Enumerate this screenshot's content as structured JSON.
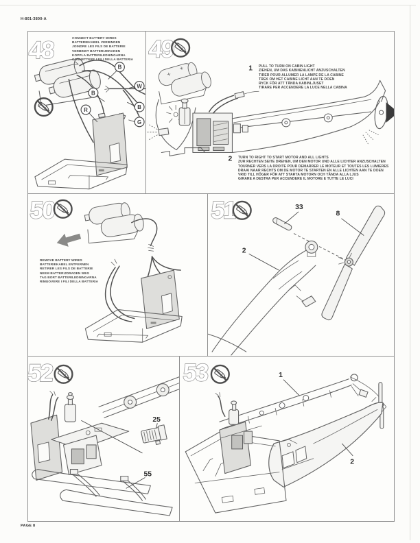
{
  "page": {
    "header_code": "H-801-3800-A",
    "footer_text": "PAGE 8",
    "icon_legend": "crossed-glue-tube-no-cement",
    "colors": {
      "line_art": "#636363",
      "text": "#464646",
      "panel_border": "#8f8f8f",
      "background": "#fcfcfa"
    }
  },
  "steps": {
    "s48": {
      "number": "48",
      "instructions": [
        "CONNECT BATTERY WIRES",
        "BATTERIEKABEL VERBINDEN",
        "JOINDRE LES FILS DE BATTERIE",
        "VERBINDT BATTERIJDRADEN",
        "KOPPLA BATTERILEDNINGARNA",
        "CONNETTERE I FILI DELLA BATTERIA"
      ],
      "wire_labels": {
        "b_top": "B",
        "b_mid": "B",
        "b_right": "B",
        "w": "W",
        "g": "G",
        "r": "R"
      }
    },
    "s49": {
      "number": "49",
      "action1": {
        "marker": "1",
        "lines": [
          "PULL TO TURN ON CABIN LIGHT",
          "ZIEHEN, UM DAS KABINENLICHT ANZUSCHALTEN",
          "TIRER POUR ALLUMER LA LAMPE DE LA CABINE",
          "TREK OM HET CABINE LICHT AAN TE DOEN",
          "RYCK FÖR ATT TÄNDA KABINLJUSET",
          "TIRARE PER ACCENDERE LA LUCE NELLA CABINA"
        ]
      },
      "action2": {
        "marker": "2",
        "lines": [
          "TURN TO RIGHT TO START MOTOR AND ALL LIGHTS",
          "ZUR RECHTEN SEITE DREHEN, UM DEN MOTOR UND ALLE LICHTER ANZUSCHALTEN",
          "TOURNER VERS LA DROITE POUR DEMARRER LE MOTEUR ET TOUTES LES LUMIERES",
          "DRAAI NAAR RECHTS OM DE MOTOR TE STARTEN EN ALLE LICHTEN AAN TE DOEN",
          "VRID TILL HÖGER FÖR ATT STARTA MOTORN OCH TÄNDA ALLA LJUS",
          "GIRARE A DESTRA PER ACCENDERE IL MOTORE E TUTTE LE LUCI"
        ]
      }
    },
    "s50": {
      "number": "50",
      "instructions": [
        "REMOVE BATTERY WIRES",
        "BATTERIEKABEL ENTFERNEN",
        "RETIRER LES FILS DE BATTERIE",
        "NEEM BATTERIJDRADEN WEG",
        "TAG BORT BATTERILEDNINGARNA",
        "RIMUOVERE I FILI DELLA BATTERIA"
      ]
    },
    "s51": {
      "number": "51",
      "part_labels": {
        "pin": "33",
        "rotor": "8",
        "fin": "2"
      }
    },
    "s52": {
      "number": "52",
      "part_labels": {
        "hatch": "25",
        "skid": "55"
      }
    },
    "s53": {
      "number": "53",
      "part_labels": {
        "frame": "1",
        "fuselage": "2"
      }
    }
  }
}
